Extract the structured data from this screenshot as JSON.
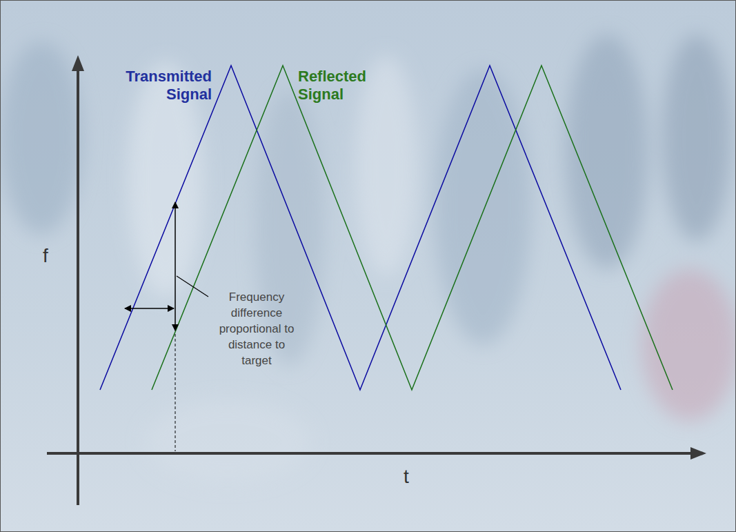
{
  "diagram": {
    "labels": [
      "Transmitted Signal",
      "Reflected Signal",
      "f",
      "t",
      "Frequency difference proportional to distance to target"
    ]
  }
}
